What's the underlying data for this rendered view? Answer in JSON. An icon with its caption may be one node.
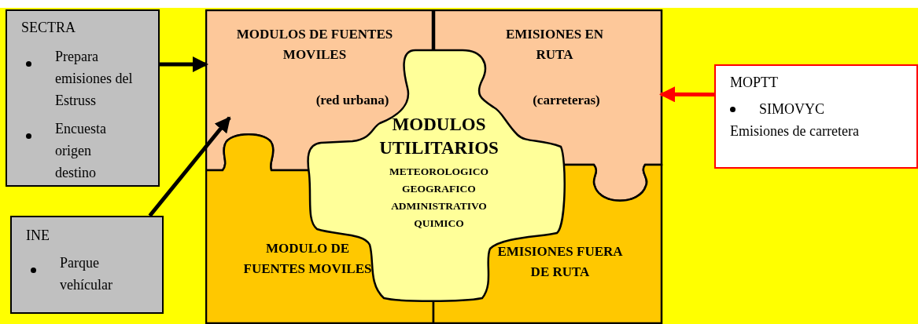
{
  "diagram": {
    "nodes": [
      {
        "text": [
          "SECTRA",
          "Prepara emisiones del Estruss",
          "Encuesta origen destino"
        ]
      },
      {
        "text": [
          "INE",
          "Parque vehícular"
        ]
      },
      {
        "text": [
          "MOPTT",
          "SIMOVYC",
          "Emisiones de carretera"
        ]
      },
      {
        "text": [
          "MODULOS DE FUENTES MOVILES",
          "(red urbana)"
        ]
      },
      {
        "text": [
          "EMISIONES EN RUTA",
          "(carreteras)"
        ]
      },
      {
        "text": [
          "MODULO DE FUENTES MOVILES"
        ]
      },
      {
        "text": [
          "EMISIONES FUERA DE RUTA"
        ]
      },
      {
        "text": [
          "MODULOS UTILITARIOS",
          "METEOROLOGICO",
          "GEOGRAFICO",
          "ADMINISTRATIVO",
          "QUIMICO"
        ]
      }
    ],
    "edges": [
      {
        "from": 0,
        "to": 3,
        "arrow": "to"
      },
      {
        "from": 1,
        "to": 3,
        "arrow": "to"
      },
      {
        "from": 2,
        "to": 4,
        "arrow": "to",
        "color": "#ff0000"
      }
    ]
  }
}
